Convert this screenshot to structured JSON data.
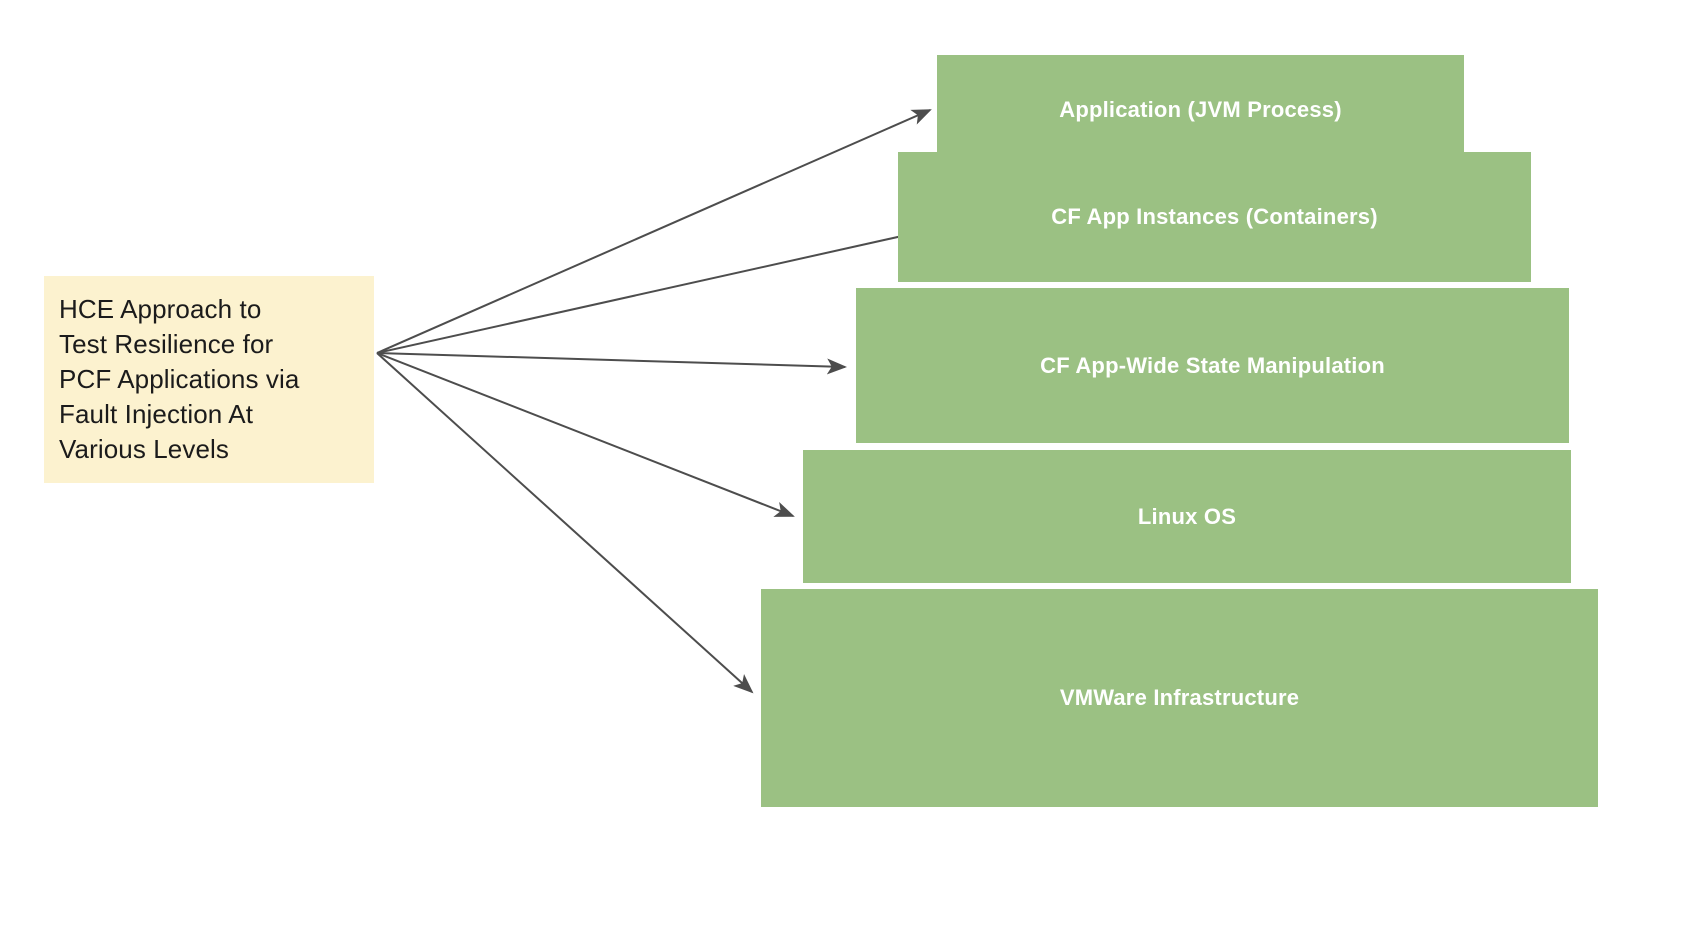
{
  "diagram": {
    "title": "HCE Approach to Test Resilience for PCF Applications via Fault Injection At Various Levels",
    "background_color": "#ffffff",
    "source_note": {
      "text": "HCE Approach to\nTest Resilience for\nPCF Applications via\nFault Injection At\nVarious Levels",
      "fill_color": "#fcf2cf",
      "text_color": "#1b1b1b"
    },
    "layer_fill_color": "#9bc183",
    "layer_text_color": "#ffffff",
    "arrow_color": "#4d4d4d",
    "layers": [
      {
        "id": "application-jvm-process",
        "label": "Application (JVM Process)"
      },
      {
        "id": "cf-app-instances-containers",
        "label": "CF App Instances (Containers)"
      },
      {
        "id": "cf-app-wide-state-manipulation",
        "label": "CF App-Wide State Manipulation"
      },
      {
        "id": "linux-os",
        "label": "Linux OS"
      },
      {
        "id": "vmware-infrastructure",
        "label": "VMWare Infrastructure"
      }
    ]
  }
}
